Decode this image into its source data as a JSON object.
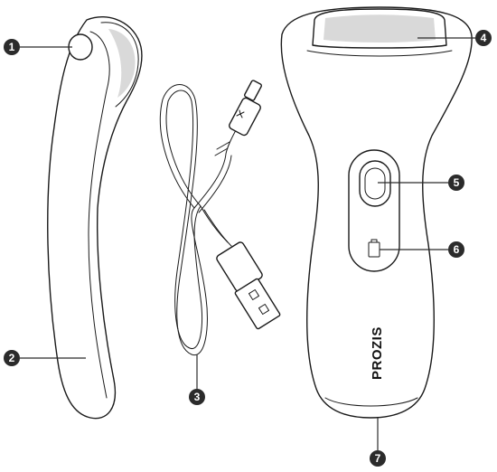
{
  "callouts": [
    {
      "id": 1,
      "label": "1"
    },
    {
      "id": 2,
      "label": "2"
    },
    {
      "id": 3,
      "label": "3"
    },
    {
      "id": 4,
      "label": "4"
    },
    {
      "id": 5,
      "label": "5"
    },
    {
      "id": 6,
      "label": "6"
    },
    {
      "id": 7,
      "label": "7"
    }
  ],
  "device": {
    "brand": "PROZIS"
  },
  "icons": {
    "battery": "battery-icon",
    "usb": "usb-symbol-icon"
  }
}
